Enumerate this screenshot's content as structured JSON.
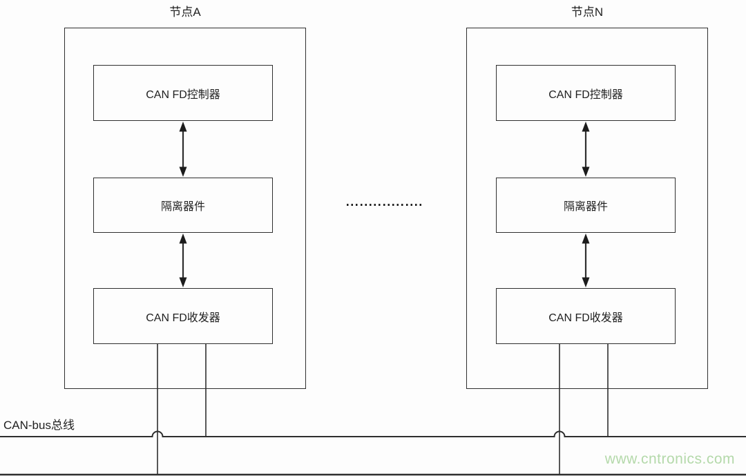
{
  "diagram": {
    "nodes": [
      {
        "title": "节点A",
        "controller": "CAN FD控制器",
        "isolator": "隔离器件",
        "transceiver": "CAN FD收发器"
      },
      {
        "title": "节点N",
        "controller": "CAN FD控制器",
        "isolator": "隔离器件",
        "transceiver": "CAN FD收发器"
      }
    ],
    "bus": {
      "label": "CAN-bus总线"
    },
    "watermark": {
      "text": "www.cntronics.com",
      "color": "#b4d9aa"
    },
    "colors": {
      "line": "#2e2e2e",
      "background": "#fdfdfd"
    }
  }
}
